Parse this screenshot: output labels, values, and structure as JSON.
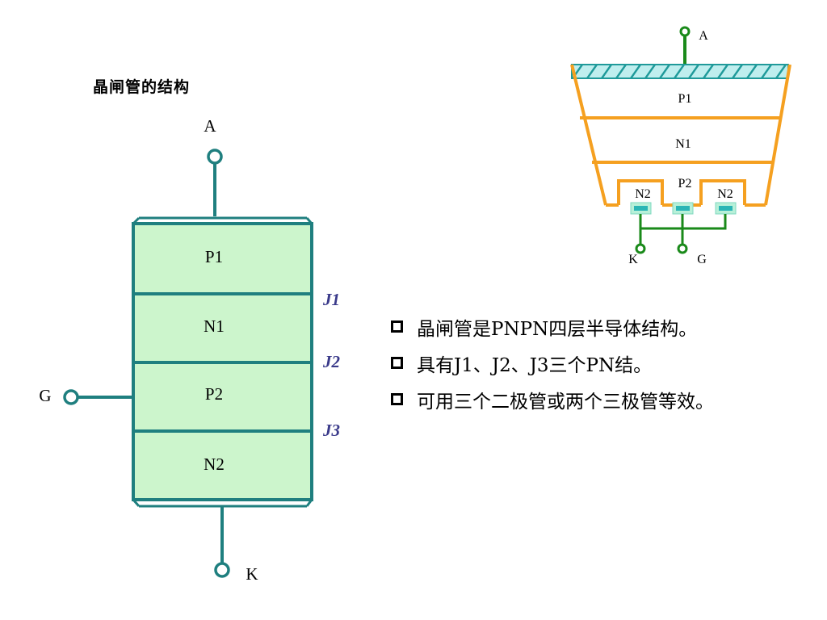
{
  "title": "晶闸管的结构",
  "left_diagram": {
    "terminal_anode": "A",
    "terminal_gate": "G",
    "terminal_cathode": "K",
    "layers": [
      "P1",
      "N1",
      "P2",
      "N2"
    ],
    "junctions": [
      "J1",
      "J2",
      "J3"
    ]
  },
  "right_diagram": {
    "terminal_anode": "A",
    "terminal_cathode": "K",
    "terminal_gate": "G",
    "layer_p1": "P1",
    "layer_n1": "N1",
    "layer_p2": "P2",
    "layer_n2_left": "N2",
    "layer_n2_right": "N2"
  },
  "bullets": [
    "晶闸管是PNPN四层半导体结构。",
    "具有J1、J2、J3三个PN结。",
    "可用三个二极管或两个三极管等效。"
  ],
  "colors": {
    "teal": "#1f7f7f",
    "layer_fill": "#ccf5cc",
    "orange": "#f5a020",
    "green": "#1a8a1a",
    "cyan": "#55d5d5",
    "junction_label": "#3a3a8a"
  }
}
